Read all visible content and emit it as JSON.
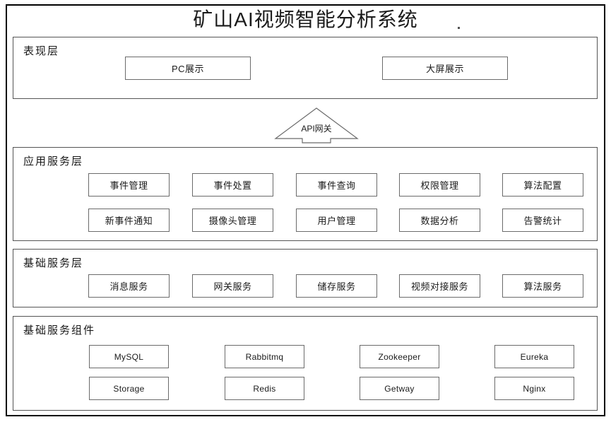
{
  "title": "矿山AI视频智能分析系统",
  "colors": {
    "frame_border": "#000000",
    "panel_border": "#555555",
    "box_border": "#6b6b6b",
    "text": "#1a1a1a",
    "background": "#ffffff"
  },
  "gateway": {
    "label": "API网关",
    "icon": "up-arrow-shape"
  },
  "layers": [
    {
      "id": "presentation",
      "label": "表现层",
      "rows": [
        [
          {
            "id": "pc-display",
            "label": "PC展示"
          },
          {
            "id": "big-screen",
            "label": "大屏展示"
          }
        ]
      ]
    },
    {
      "id": "application",
      "label": "应用服务层",
      "rows": [
        [
          {
            "id": "event-management",
            "label": "事件管理"
          },
          {
            "id": "event-disposal",
            "label": "事件处置"
          },
          {
            "id": "event-query",
            "label": "事件查询"
          },
          {
            "id": "permission-management",
            "label": "权限管理"
          },
          {
            "id": "algorithm-config",
            "label": "算法配置"
          }
        ],
        [
          {
            "id": "new-event-notice",
            "label": "新事件通知"
          },
          {
            "id": "camera-management",
            "label": "摄像头管理"
          },
          {
            "id": "user-management",
            "label": "用户管理"
          },
          {
            "id": "data-analysis",
            "label": "数据分析"
          },
          {
            "id": "alarm-statistics",
            "label": "告警统计"
          }
        ]
      ]
    },
    {
      "id": "basic-service",
      "label": "基础服务层",
      "rows": [
        [
          {
            "id": "message-service",
            "label": "消息服务"
          },
          {
            "id": "gateway-service",
            "label": "网关服务"
          },
          {
            "id": "storage-service",
            "label": "储存服务"
          },
          {
            "id": "video-docking-service",
            "label": "视频对接服务"
          },
          {
            "id": "algorithm-service",
            "label": "算法服务"
          }
        ]
      ]
    },
    {
      "id": "basic-components",
      "label": "基础服务组件",
      "rows": [
        [
          {
            "id": "mysql",
            "label": "MySQL"
          },
          {
            "id": "rabbitmq",
            "label": "Rabbitmq"
          },
          {
            "id": "zookeeper",
            "label": "Zookeeper"
          },
          {
            "id": "eureka",
            "label": "Eureka"
          }
        ],
        [
          {
            "id": "storage",
            "label": "Storage"
          },
          {
            "id": "redis",
            "label": "Redis"
          },
          {
            "id": "getway",
            "label": "Getway"
          },
          {
            "id": "nginx",
            "label": "Nginx"
          }
        ]
      ]
    }
  ]
}
